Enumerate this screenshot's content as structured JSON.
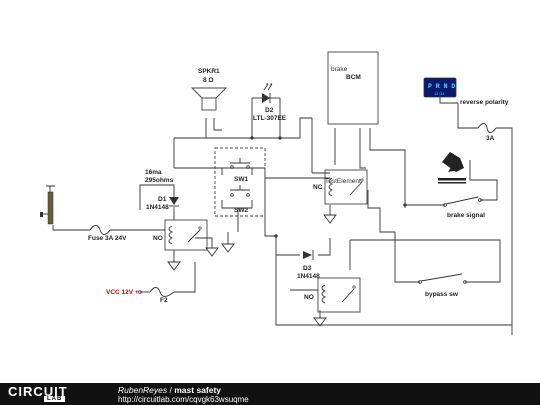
{
  "labels": {
    "spkr_ref": "SPKR1",
    "spkr_val": "8 Ω",
    "d2_ref": "D2",
    "d2_val": "LTL-307EE",
    "bcm_header": "brake",
    "bcm": "BCM",
    "prnd": "P R N D",
    "prnd_sub": "12:34",
    "reverse_polarity": "reverse polarity",
    "fuse_3a": "3A",
    "current": "16ma",
    "resistance": "295ohms",
    "d1_ref": "D1",
    "d1_val": "1N4148",
    "sw1": "SW1",
    "sw2": "SW2",
    "nc": "NC",
    "test_element": "TestElement",
    "brake_signal": "brake signal",
    "fuse_main": "Fuse 3A 24V",
    "no_1": "NO",
    "d3_ref": "D3",
    "d3_val": "1N4148",
    "no_2": "NO",
    "vcc": "VCC 12V +",
    "f2": "F2",
    "bypass_sw": "bypass sw"
  },
  "footer": {
    "logo_main": "CIRCUIT",
    "logo_sub": "LAB",
    "author": "RubenReyes",
    "separator": " / ",
    "title": "mast safety",
    "url": "http://circuitlab.com/cqvgk63wsuqme"
  },
  "colors": {
    "wire": "#333333",
    "vcc_label": "#d40000",
    "footer_bg": "#111111",
    "display_bg": "#0a1a6e",
    "display_text": "#5fd0ff"
  }
}
